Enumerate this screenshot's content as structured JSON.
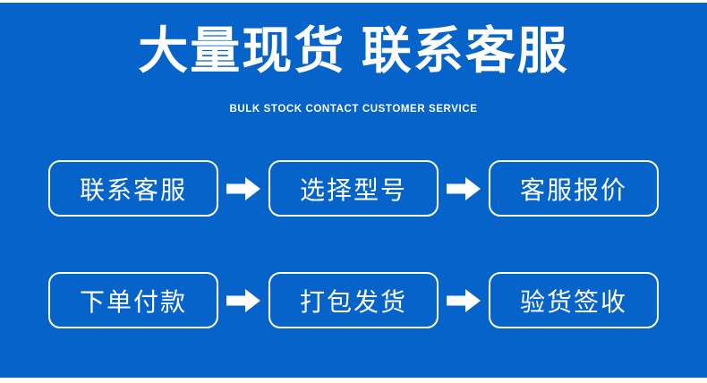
{
  "banner": {
    "title": "大量现货 联系客服",
    "subtitle": "BULK STOCK CONTACT CUSTOMER SERVICE"
  },
  "colors": {
    "background": "#0663C9",
    "text": "#FFFFFF",
    "box_border": "#FFFFFF",
    "arrow": "#FFFFFF"
  },
  "flow": {
    "rows": [
      {
        "steps": [
          {
            "label": "联系客服"
          },
          {
            "label": "选择型号"
          },
          {
            "label": "客服报价"
          }
        ]
      },
      {
        "steps": [
          {
            "label": "下单付款"
          },
          {
            "label": "打包发货"
          },
          {
            "label": "验货签收"
          }
        ]
      }
    ]
  }
}
